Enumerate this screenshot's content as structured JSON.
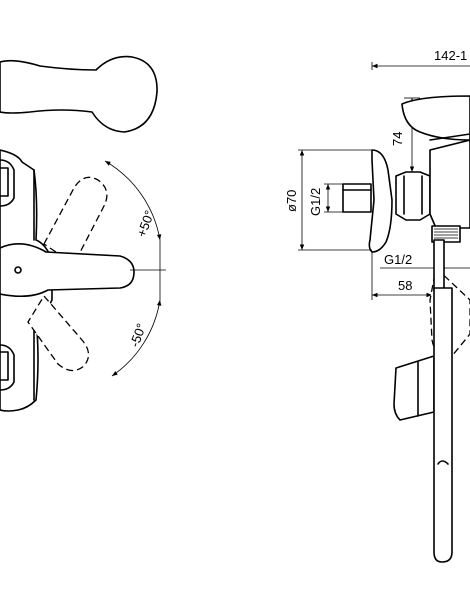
{
  "dimensions": {
    "total_length": "142-1",
    "height_74": "74",
    "diameter_70": "ø70",
    "thread_left": "G1/2",
    "thread_right": "G1/2",
    "projection_58": "58",
    "angle_plus": "+50°",
    "angle_minus": "-50°"
  }
}
